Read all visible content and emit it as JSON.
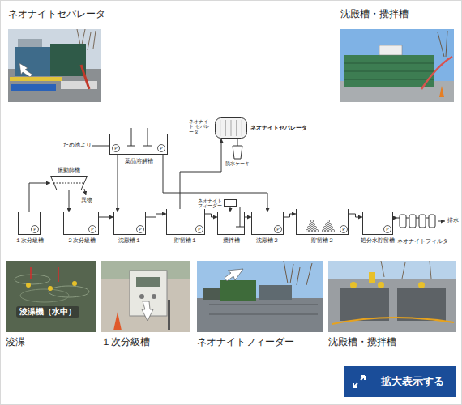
{
  "diagram": {
    "nodes": [
      {
        "text": [
          "薬品溶解槽"
        ]
      },
      {
        "text": [
          "ネオナイトセパレータ"
        ]
      },
      {
        "text": [
          "振動篩機"
        ]
      },
      {
        "text": [
          "ネオナイト フィーダー"
        ]
      },
      {
        "text": [
          "１次分級槽"
        ]
      },
      {
        "text": [
          "２次分級槽"
        ]
      },
      {
        "text": [
          "沈殿槽１"
        ]
      },
      {
        "text": [
          "貯留槽１"
        ]
      },
      {
        "text": [
          "攪拌槽"
        ]
      },
      {
        "text": [
          "沈殿槽２"
        ]
      },
      {
        "text": [
          "貯留槽２"
        ]
      },
      {
        "text": [
          "処分水貯留槽"
        ]
      },
      {
        "text": [
          "ネオナイトフィルター"
        ]
      },
      {
        "text": [
          "拡大表示する"
        ]
      }
    ],
    "edges": [
      {
        "from": 4,
        "to": 2,
        "arrow": "to"
      },
      {
        "from": 2,
        "to": 5,
        "arrow": "to"
      },
      {
        "from": 5,
        "to": 6,
        "arrow": "to"
      },
      {
        "from": 6,
        "to": 7,
        "arrow": "to"
      },
      {
        "from": 7,
        "to": 1,
        "arrow": "to"
      },
      {
        "from": 3,
        "to": 8,
        "arrow": "to"
      },
      {
        "from": 8,
        "to": 9,
        "arrow": "to"
      },
      {
        "from": 9,
        "to": 10,
        "arrow": "to"
      },
      {
        "from": 10,
        "to": 11,
        "arrow": "to"
      },
      {
        "from": 11,
        "to": 12,
        "arrow": "to"
      },
      {
        "from": 0,
        "to": 6,
        "arrow": "to"
      },
      {
        "from": 0,
        "to": 9,
        "arrow": "to"
      },
      {
        "from": 7,
        "to": 8,
        "arrow": "to"
      }
    ],
    "labels": [
      "ネオナイトセパレータ",
      "沈殿槽・攪拌槽",
      "ため池より",
      "ネオナイト セパレータ",
      "脱水ケーキ",
      "異物",
      "排水",
      "P",
      "P",
      "P",
      "P",
      "P",
      "P",
      "P",
      "P",
      "P",
      "浚渫機（水中）",
      "浚渫",
      "１次分級槽",
      "ネオナイトフィーダー",
      "沈殿槽・攪拌槽"
    ]
  }
}
